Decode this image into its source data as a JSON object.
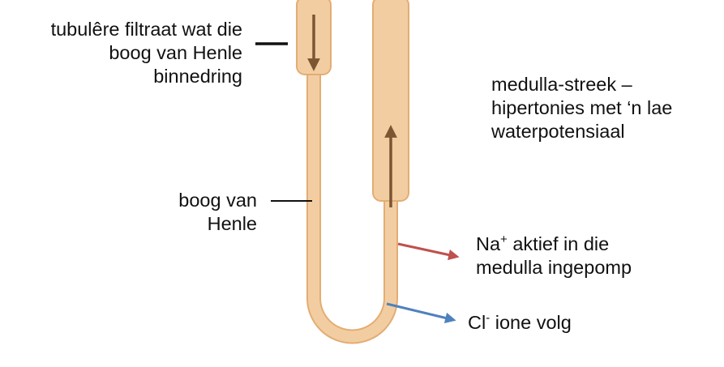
{
  "labels": {
    "filtrate": [
      "tubulêre filtraat wat die",
      "boog van Henle",
      "binnedring"
    ],
    "loop": [
      "boog van",
      "Henle"
    ],
    "medulla": [
      "medulla-streek –",
      "hipertonies met ‘n lae",
      "waterpotensiaal"
    ],
    "sodium": {
      "ion": "Na",
      "charge": "+",
      "line1_rest": " aktief in die",
      "line2": "medulla ingepomp"
    },
    "chloride": {
      "ion": "Cl",
      "charge": "-",
      "rest": " ione volg"
    }
  },
  "colors": {
    "tube_fill": "#f3cda2",
    "tube_edge": "#e3ad72",
    "flow_arrow": "#7a5632",
    "sodium_arrow": "#c0504d",
    "chloride_arrow": "#4f81bd",
    "leader_line": "#111111"
  }
}
